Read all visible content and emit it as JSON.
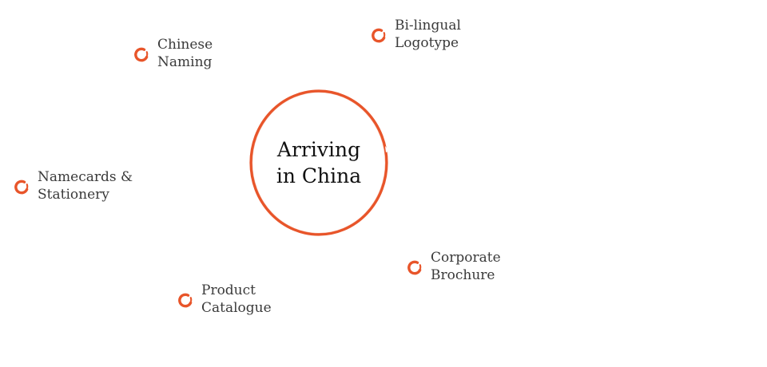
{
  "center": {
    "line1": "Arriving",
    "line2": "in China"
  },
  "nodes": [
    {
      "id": "chinese-naming",
      "line1": "Chinese",
      "line2": "Naming"
    },
    {
      "id": "bilingual-logotype",
      "line1": "Bi-lingual",
      "line2": "Logotype"
    },
    {
      "id": "namecards-stationery",
      "line1": "Namecards &",
      "line2": "Stationery"
    },
    {
      "id": "corporate-brochure",
      "line1": "Corporate",
      "line2": "Brochure"
    },
    {
      "id": "product-catalogue",
      "line1": "Product",
      "line2": "Catalogue"
    }
  ],
  "colors": {
    "accent": "#e8552a",
    "text": "#3a3a3a",
    "title": "#111111"
  },
  "icons": {
    "node_marker": "brush-circle-icon",
    "center_ring": "brush-ring-icon"
  }
}
